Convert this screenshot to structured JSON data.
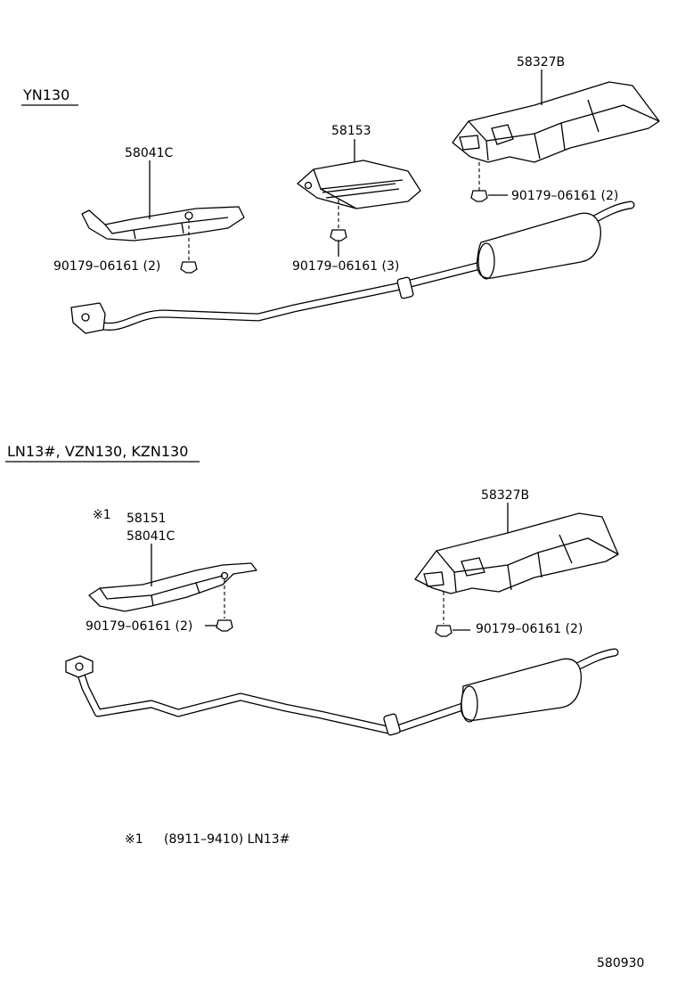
{
  "sections": {
    "top": {
      "model": "YN130"
    },
    "bottom": {
      "model": "LN13#, VZN130, KZN130"
    }
  },
  "parts": {
    "top_58041c": "58041C",
    "top_58153": "58153",
    "top_58327b": "58327B",
    "bottom_58151": "58151",
    "bottom_58041c": "58041C",
    "bottom_58327b": "58327B"
  },
  "fasteners": {
    "top_left": "90179–06161 (2)",
    "top_mid": "90179–06161 (3)",
    "top_right": "90179–06161 (2)",
    "bottom_left": "90179–06161 (2)",
    "bottom_right": "90179–06161 (2)"
  },
  "notes": {
    "marker": "※1",
    "footnote_marker": "※1",
    "footnote_text": "(8911–9410) LN13#"
  },
  "diagram_code": "580930"
}
